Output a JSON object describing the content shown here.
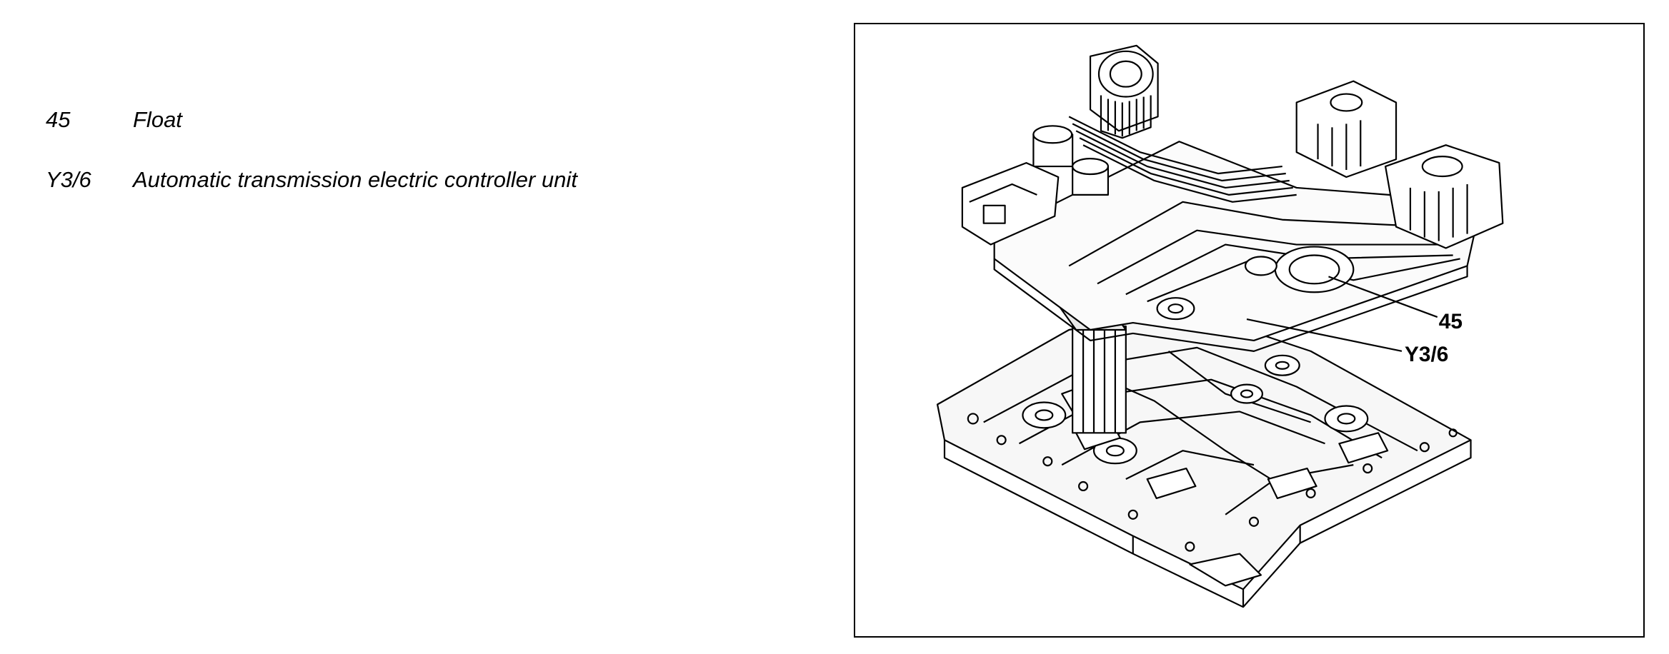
{
  "legend": {
    "items": [
      {
        "code": "45",
        "description": "Float"
      },
      {
        "code": "Y3/6",
        "description": "Automatic transmission electric controller unit"
      }
    ]
  },
  "figure": {
    "callouts": [
      {
        "label": "45"
      },
      {
        "label": "Y3/6"
      }
    ]
  }
}
